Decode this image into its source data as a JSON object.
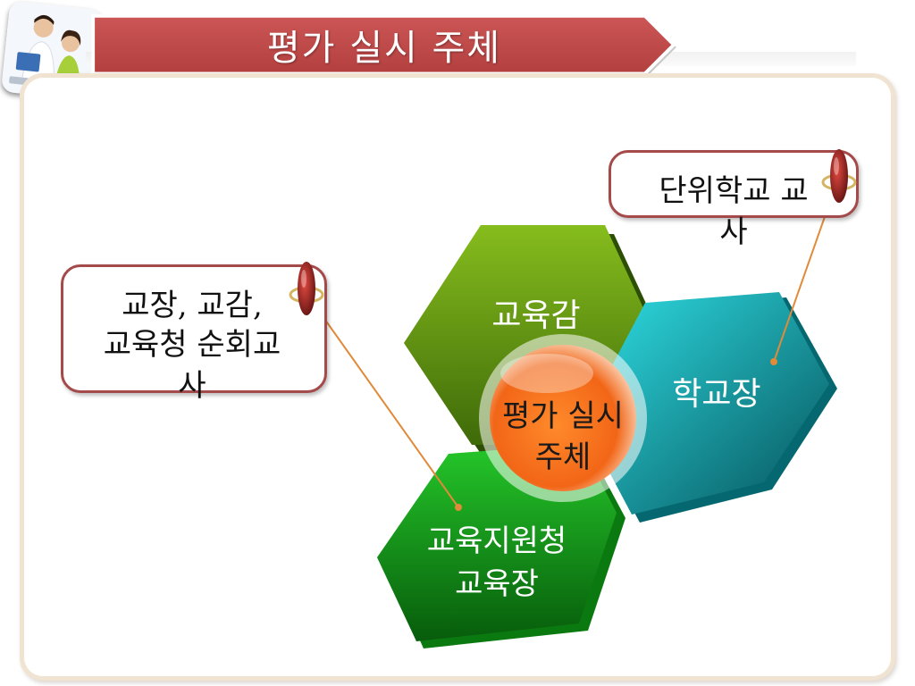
{
  "slide": {
    "title": "평가 실시 주체"
  },
  "diagram": {
    "center_label_line1": "평가 실시",
    "center_label_line2": "주체",
    "hexagons": {
      "top": "교육감",
      "right": "학교장",
      "bottom_line1": "교육지원청",
      "bottom_line2": "교육장"
    },
    "callouts": {
      "right_line1": "단위학교 교",
      "right_line2": "사",
      "left_line1": "교장, 교감,",
      "left_line2": "교육청 순회교",
      "left_line3": "사"
    }
  },
  "colors": {
    "banner": "#c24b4b",
    "hex_top": "#5a8a10",
    "hex_right": "#0a8f97",
    "hex_bottom": "#119a1b",
    "center": "#f06a1c",
    "callout_border": "#a54a4a",
    "connector": "#e08a3a"
  }
}
